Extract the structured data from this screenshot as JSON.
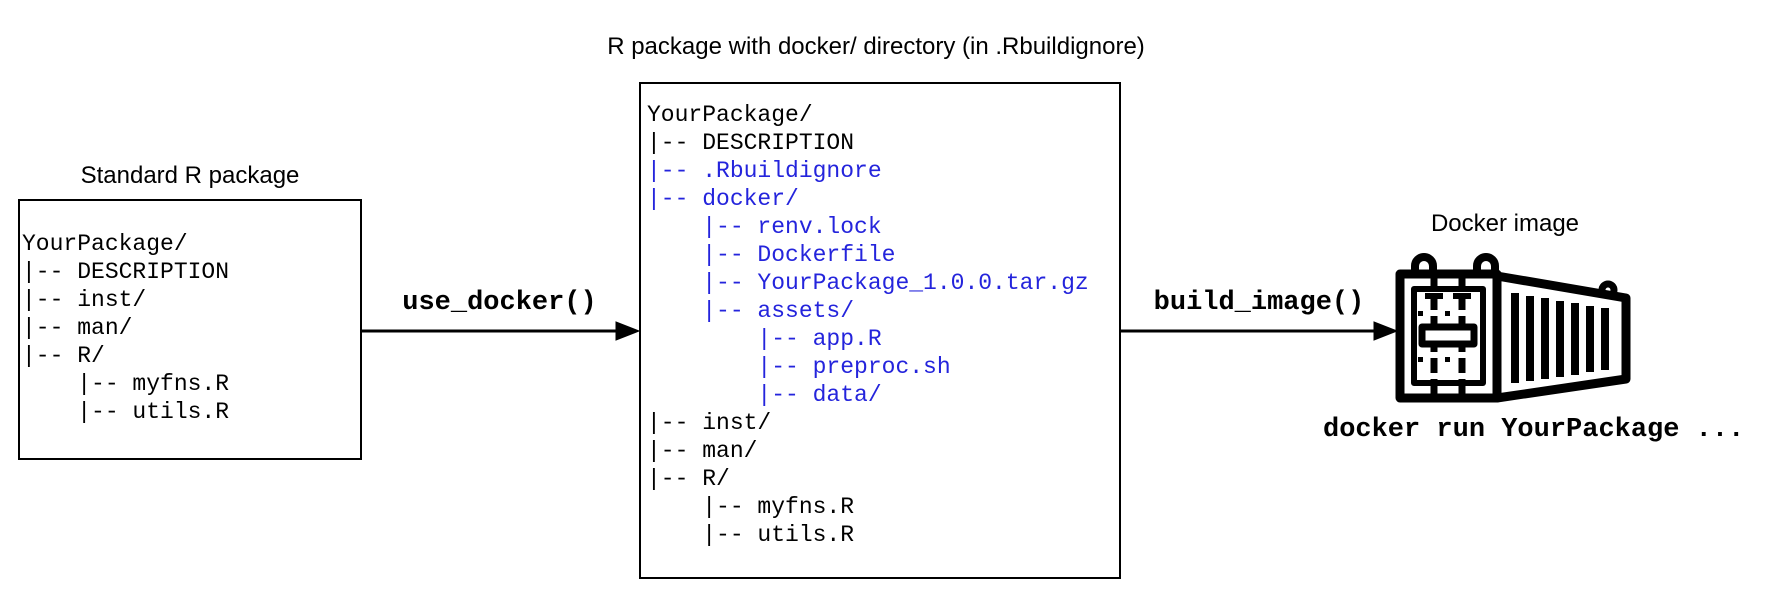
{
  "diagram": {
    "left": {
      "title": "Standard R package",
      "tree": [
        "YourPackage/",
        "|-- DESCRIPTION",
        "|-- inst/",
        "|-- man/",
        "|-- R/",
        "    |-- myfns.R",
        "    |-- utils.R"
      ]
    },
    "middle": {
      "title": "R package with docker/ directory (in .Rbuildignore)",
      "tree": [
        {
          "text": "YourPackage/",
          "highlight": false
        },
        {
          "text": "|-- DESCRIPTION",
          "highlight": false
        },
        {
          "text": "|-- .Rbuildignore",
          "highlight": true
        },
        {
          "text": "|-- docker/",
          "highlight": true
        },
        {
          "text": "    |-- renv.lock",
          "highlight": true
        },
        {
          "text": "    |-- Dockerfile",
          "highlight": true
        },
        {
          "text": "    |-- YourPackage_1.0.0.tar.gz",
          "highlight": true
        },
        {
          "text": "    |-- assets/",
          "highlight": true
        },
        {
          "text": "        |-- app.R",
          "highlight": true
        },
        {
          "text": "        |-- preproc.sh",
          "highlight": true
        },
        {
          "text": "        |-- data/",
          "highlight": true
        },
        {
          "text": "|-- inst/",
          "highlight": false
        },
        {
          "text": "|-- man/",
          "highlight": false
        },
        {
          "text": "|-- R/",
          "highlight": false
        },
        {
          "text": "    |-- myfns.R",
          "highlight": false
        },
        {
          "text": "    |-- utils.R",
          "highlight": false
        }
      ]
    },
    "right": {
      "title": "Docker image",
      "icon": "shipping-container-icon",
      "caption": "docker run YourPackage ..."
    },
    "arrows": [
      {
        "label": "use_docker()"
      },
      {
        "label": "build_image()"
      }
    ],
    "colors": {
      "highlight_blue": "#2424dc",
      "line_black": "#000000",
      "background": "#ffffff"
    }
  }
}
